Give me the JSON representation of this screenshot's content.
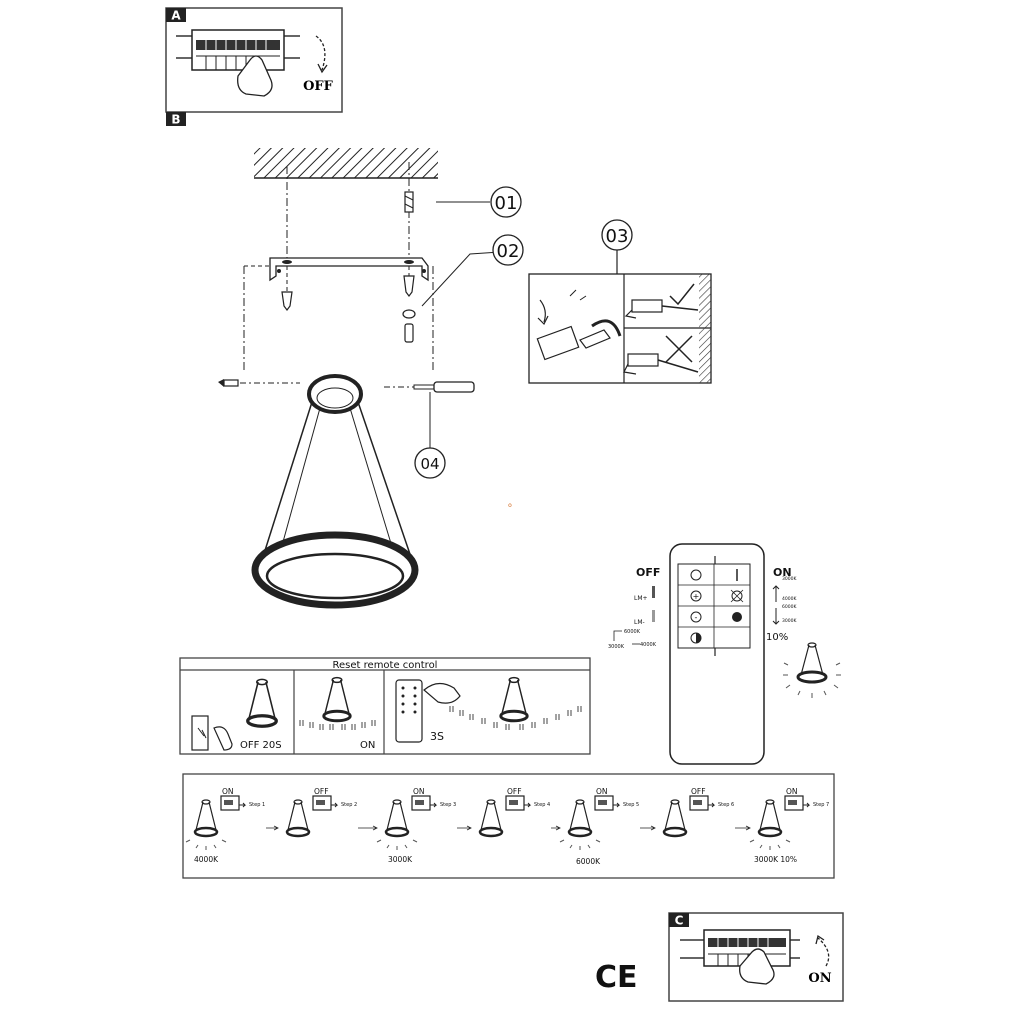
{
  "panel_a": {
    "tag": "A",
    "label": "OFF"
  },
  "panel_b": {
    "tag": "B"
  },
  "callouts": [
    "01",
    "02",
    "03",
    "04"
  ],
  "reset": {
    "title": "Reset remote control",
    "off_label": "OFF 20S",
    "on_label": "ON",
    "hold_label": "3S"
  },
  "remote_legend": {
    "off": "OFF",
    "on": "ON",
    "lm_plus": "LM+",
    "lm_minus": "LM-",
    "k6000": "6000K",
    "k3000": "3000K",
    "k4000": "4000K",
    "k_top": "3000K",
    "k_mid": "4000K",
    "k_mid2": "6000K",
    "k_low": "3000K",
    "pct": "10%"
  },
  "sequence": {
    "steps": [
      {
        "state": "ON",
        "step": "Step 1"
      },
      {
        "state": "OFF",
        "step": "Step 2"
      },
      {
        "state": "ON",
        "step": "Step 3"
      },
      {
        "state": "OFF",
        "step": "Step 4"
      },
      {
        "state": "ON",
        "step": "Step 5"
      },
      {
        "state": "OFF",
        "step": "Step 6"
      },
      {
        "state": "ON",
        "step": "Step 7"
      }
    ],
    "results": [
      "4000K",
      "3000K",
      "6000K",
      "3000K 10%"
    ]
  },
  "panel_c": {
    "tag": "C",
    "label": "ON"
  },
  "ce_mark": "CE"
}
